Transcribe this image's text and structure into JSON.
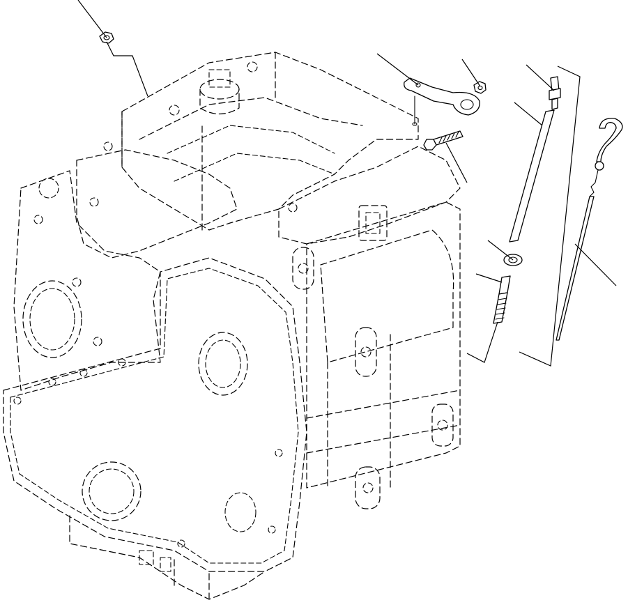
{
  "parts": [
    {
      "id": "callout-nut-top",
      "icon": "hex-nut-icon"
    },
    {
      "id": "callout-bracket",
      "icon": "dipstick-bracket-icon"
    },
    {
      "id": "callout-bracket-nut",
      "icon": "hex-nut-icon"
    },
    {
      "id": "callout-bracket-bolt",
      "icon": "flange-bolt-icon"
    },
    {
      "id": "callout-tube-fitting",
      "icon": "tube-fitting-icon"
    },
    {
      "id": "callout-tube",
      "icon": "dipstick-tube-icon"
    },
    {
      "id": "callout-clamp",
      "icon": "clamp-icon"
    },
    {
      "id": "callout-adapter",
      "icon": "threaded-adapter-icon"
    },
    {
      "id": "callout-dipstick",
      "icon": "dipstick-icon"
    }
  ],
  "colors": {
    "line": "#000000",
    "background": "#ffffff"
  }
}
